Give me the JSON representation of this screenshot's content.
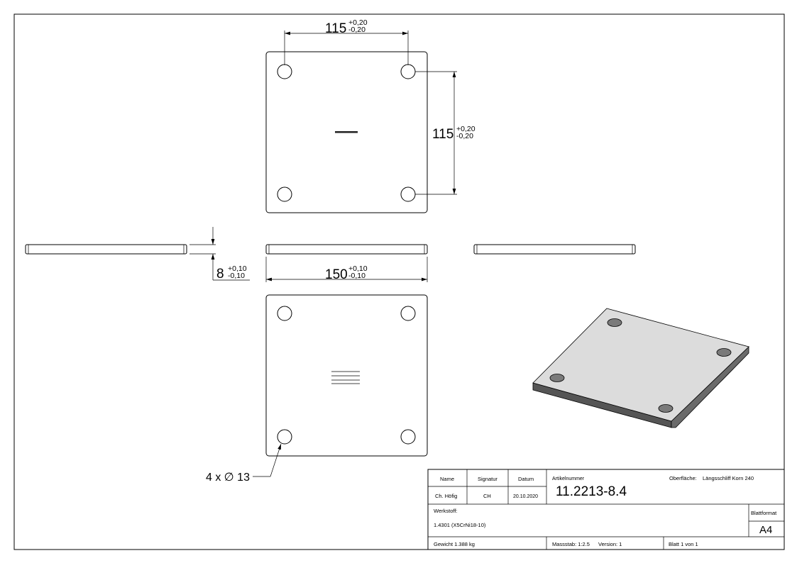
{
  "dimensions": {
    "top_width": {
      "value": "115",
      "tol_plus": "+0,20",
      "tol_minus": "-0,20"
    },
    "top_height": {
      "value": "115",
      "tol_plus": "+0,20",
      "tol_minus": "-0,20"
    },
    "thickness": {
      "value": "8",
      "tol_plus": "+0,10",
      "tol_minus": "-0,10"
    },
    "plate_width": {
      "value": "150",
      "tol_plus": "+0,10",
      "tol_minus": "-0,10"
    },
    "hole_callout": "4 x ∅ 13"
  },
  "title_block": {
    "headers": {
      "name": "Name",
      "signature": "Signatur",
      "date": "Datum"
    },
    "row": {
      "name": "Ch. Höfig",
      "signature": "CH",
      "date": "20.10.2020"
    },
    "article_label": "Artikelnummer",
    "article_number": "11.2213-8.4",
    "surface_label": "Oberfläche:",
    "surface_value": "Längsschliff Korn 240",
    "material_label": "Werkstoff:",
    "material_value": "1.4301 (X5CrNi18-10)",
    "sheet_format_label": "Blattformat",
    "sheet_format_value": "A4",
    "weight": "Gewicht 1.388 kg",
    "scale": "Massstab: 1:2.5",
    "version": "Version: 1",
    "sheet": "Blatt 1 von 1"
  },
  "colors": {
    "line": "#000000",
    "iso_top": "#dcdcdc",
    "iso_side": "#555555",
    "iso_hole": "#7a7a7a"
  }
}
